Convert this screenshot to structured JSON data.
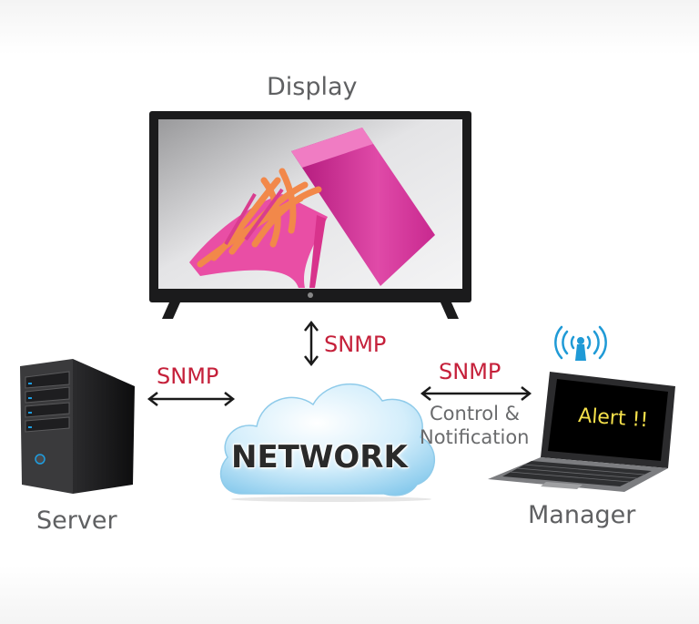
{
  "nodes": {
    "display": "Display",
    "server": "Server",
    "manager": "Manager",
    "network": "NETWORK"
  },
  "links": {
    "display_network": "SNMP",
    "server_network": "SNMP",
    "network_manager": "SNMP",
    "network_manager_line1": "Control &",
    "network_manager_line2": "Notification"
  },
  "laptop_screen_text": "Alert !!",
  "colors": {
    "protocol_label": "#c5203a",
    "node_label": "#5f6062",
    "cloud": "#a9dcf5",
    "alert_text": "#f4e04b",
    "beacon": "#1f9ad6"
  }
}
